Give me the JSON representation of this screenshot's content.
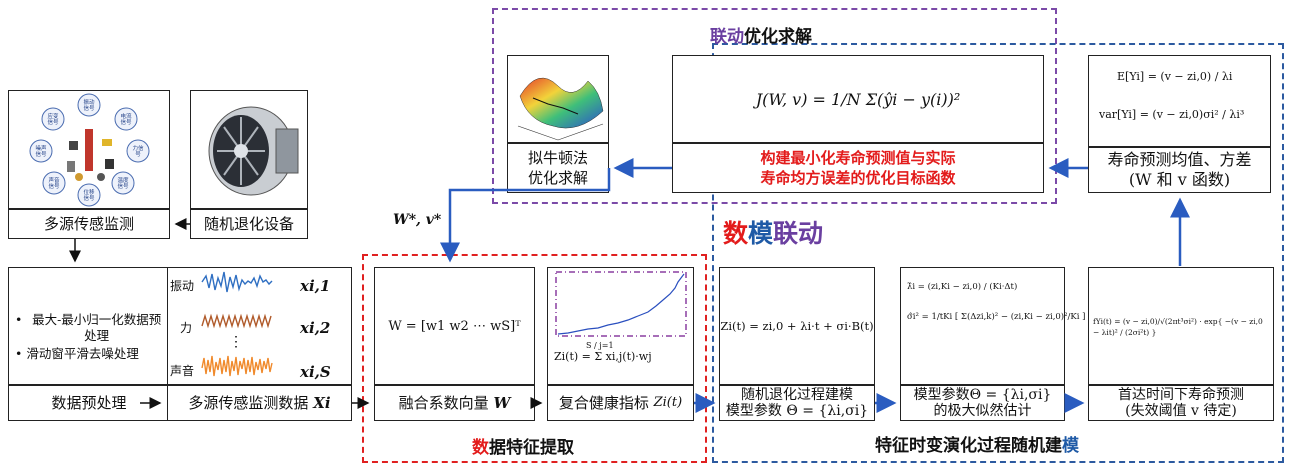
{
  "sections": {
    "joint_opt": {
      "title_a": "联动",
      "title_b": "优化求解"
    },
    "feature": {
      "title_a": "数",
      "title_b": "据特征提取"
    },
    "model": {
      "title_a": "特征时变演化过程随机建",
      "title_b": "模"
    },
    "center": {
      "title_a": "数",
      "title_b": "模",
      "title_c": "联动"
    }
  },
  "boxes": {
    "multisource_monitor": "多源传感监测",
    "random_device": "随机退化设备",
    "preprocess": "数据预处理",
    "preprocess_bullet1": "最大-最小归一化数据预处理",
    "preprocess_bullet2": "滑动窗平滑去噪处理",
    "sensor_data": "多源传感监测数据",
    "sensor_data_sym": "Xi",
    "fusion": "融合系数向量",
    "fusion_sym": "W",
    "health": "复合健康指标",
    "health_sym": "Zi(t)",
    "random_model_1": "随机退化过程建模",
    "random_model_2": "模型参数 Θ = {λi,σi}",
    "mle_1": "模型参数Θ = {λi,σi}",
    "mle_2": "的极大似然估计",
    "fpt_1": "首达时间下寿命预测",
    "fpt_2": "(失效阈值 v 待定)",
    "life_mv_1": "寿命预测均值、方差",
    "life_mv_2": "(W 和 v 函数)",
    "newton_1": "拟牛顿法",
    "newton_2": "优化求解",
    "objective_1": "构建最小化寿命预测值与实际",
    "objective_2": "寿命均方误差的优化目标函数"
  },
  "signals": [
    {
      "label": "振动",
      "sym": "xi,1",
      "color": "#2f6fc2"
    },
    {
      "label": "力",
      "sym": "xi,2",
      "color": "#b05a2a"
    },
    {
      "label": "声音",
      "sym": "xi,S",
      "color": "#f08a2c"
    }
  ],
  "sensor_wheel": [
    "振动信号",
    "电流信号",
    "力信号",
    "温度信号",
    "位移信号",
    "声音信号",
    "噪声信号"
  ],
  "formulas": {
    "objective": "J(W, v) = 1/N Σ(ŷi − y(i))²",
    "weight_vector": "W = [w1  w2  ⋯  wS]ᵀ",
    "health_index": "Zi(t) = Σ xi,j(t)·wj",
    "health_index_limits": "S / j=1",
    "process": "Zi(t) = zi,0 + λi·t + σi·B(t)",
    "w_v_label": "W*, v*",
    "mean": "E[Yi] = (v − zi,0) / λi",
    "var": "var[Yi] = (v − zi,0)σi² / λi³",
    "lambda_hat": "λ̂i = (zi,Ki − zi,0) / (Ki·Δt)",
    "sigma_hat": "σ̂i² = 1/tKi [ Σ(Δzi,k)² − (zi,Ki − zi,0)²/Ki ]",
    "pdf": "fYi(t) = (v − zi,0)/√(2πt³σi²) · exp{ −(v − zi,0 − λit)² / (2σi²t) }"
  },
  "colors": {
    "red": "#e31b1b",
    "blue": "#1f5aa6",
    "purple": "#6a3fa0"
  }
}
